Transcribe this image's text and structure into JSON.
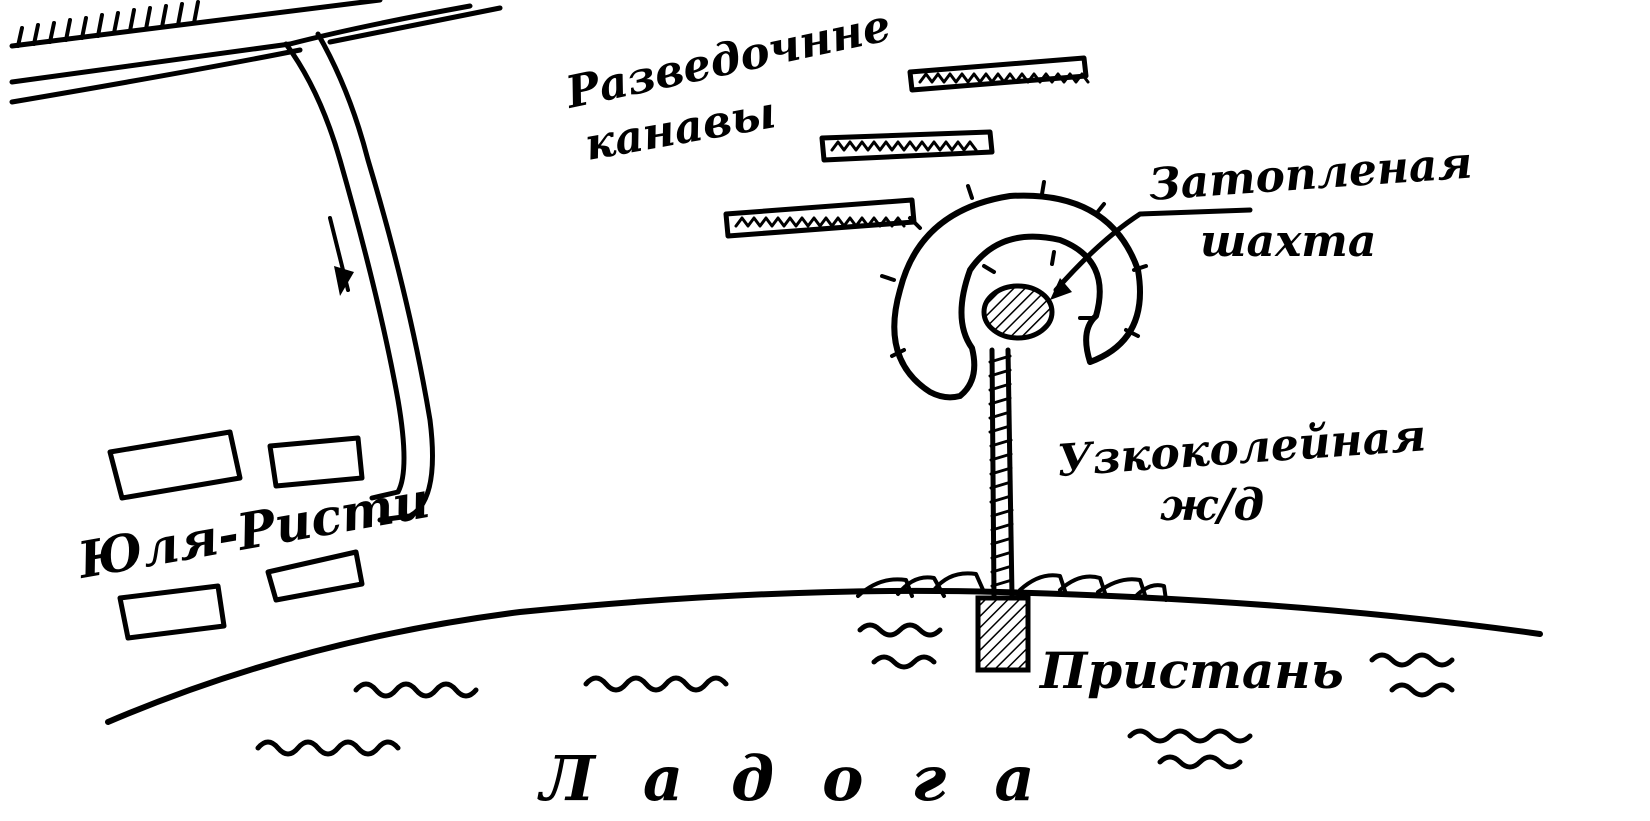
{
  "colors": {
    "ink": "#000000",
    "paper": "#ffffff"
  },
  "labels": {
    "trenches": [
      "Разведочнне",
      "канавы"
    ],
    "mine": [
      "Затопленая",
      "шахта"
    ],
    "railway": [
      "Узкоколейная",
      "ж/д"
    ],
    "village": "Юля-Ристи",
    "pier": "Пристань",
    "lake": "Ладога"
  }
}
